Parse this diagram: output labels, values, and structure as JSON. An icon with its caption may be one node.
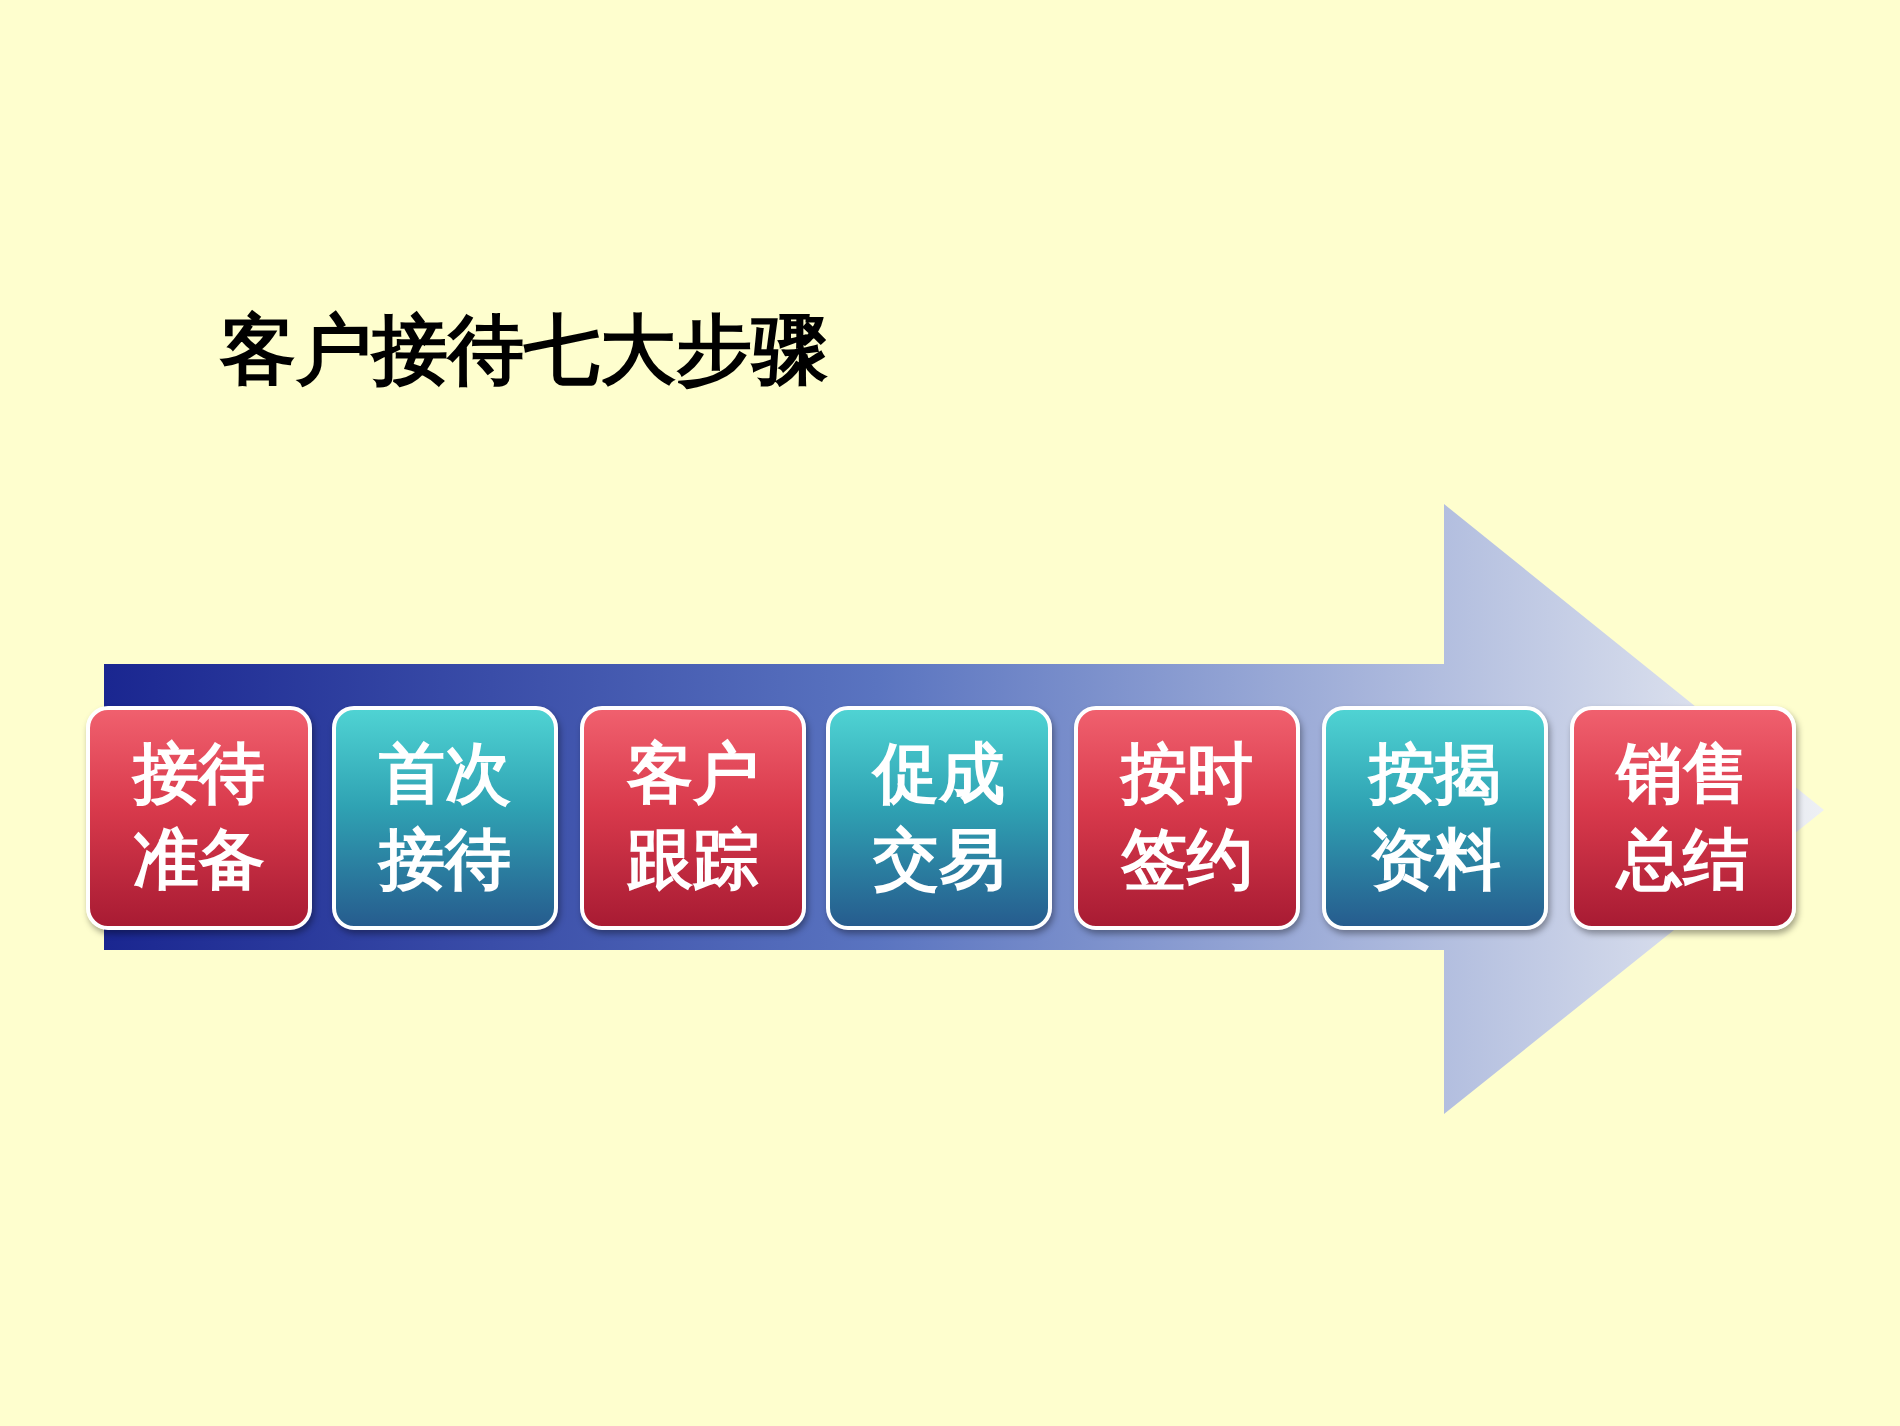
{
  "diagram": {
    "title": "客户接待七大步骤",
    "nodes": [
      {
        "text": [
          "接待准备"
        ]
      },
      {
        "text": [
          "首次接待"
        ]
      },
      {
        "text": [
          "客户跟踪"
        ]
      },
      {
        "text": [
          "促成交易"
        ]
      },
      {
        "text": [
          "按时签约"
        ]
      },
      {
        "text": [
          "按揭资料"
        ]
      },
      {
        "text": [
          "销售总结"
        ]
      }
    ],
    "edges": [
      {
        "from": 0,
        "to": 6,
        "arrow": "to"
      }
    ]
  }
}
